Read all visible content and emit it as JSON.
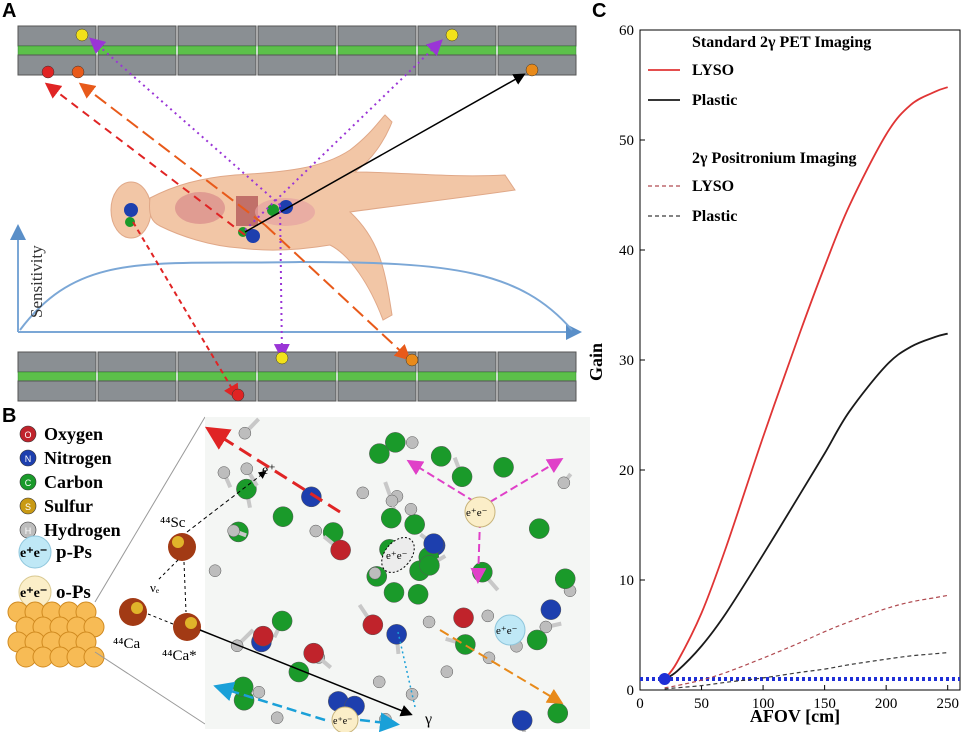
{
  "panels": {
    "a": "A",
    "b": "B",
    "c": "C"
  },
  "panel_a": {
    "sensitivity_label": "Sensitivity"
  },
  "panel_b": {
    "legend": [
      {
        "label": "Oxygen",
        "symbol": "O",
        "color": "#c0232b"
      },
      {
        "label": "Nitrogen",
        "symbol": "N",
        "color": "#1d3fae"
      },
      {
        "label": "Carbon",
        "symbol": "C",
        "color": "#1a9a2a"
      },
      {
        "label": "Sulfur",
        "symbol": "S",
        "color": "#c99a14"
      },
      {
        "label": "Hydrogen",
        "symbol": "H",
        "color": "#bdbdbd"
      }
    ],
    "pps_label": "p-Ps",
    "ops_label": "o-Ps",
    "pair_label": "e⁺e⁻",
    "sc_label": "⁴⁴Sc",
    "ca_label": "⁴⁴Ca",
    "ca_star_label": "⁴⁴Ca*",
    "nu_label": "νₑ",
    "eplus_label": "e⁺",
    "gamma_label": "γ"
  },
  "chart_data": {
    "type": "line",
    "xlabel": "AFOV [cm]",
    "ylabel": "Gain",
    "xlim": [
      0,
      260
    ],
    "ylim": [
      0,
      60
    ],
    "xticks": [
      0,
      50,
      100,
      150,
      200,
      250
    ],
    "yticks": [
      0,
      10,
      20,
      30,
      40,
      50,
      60
    ],
    "legend_position": "top-right",
    "legend_headers": [
      "Standard 2γ PET Imaging",
      "2γ Positronium Imaging"
    ],
    "x": [
      20,
      30,
      50,
      70,
      100,
      130,
      150,
      170,
      200,
      220,
      240,
      250
    ],
    "series": [
      {
        "name": "LYSO",
        "group": "Standard 2γ PET Imaging",
        "color": "#e03535",
        "dash": "solid",
        "values": [
          1.0,
          2.5,
          7.0,
          13.0,
          23.0,
          32.5,
          38.5,
          44.0,
          50.5,
          53.2,
          54.4,
          54.8
        ]
      },
      {
        "name": "Plastic",
        "group": "Standard 2γ PET Imaging",
        "color": "#1a1a1a",
        "dash": "solid",
        "values": [
          1.0,
          1.7,
          4.0,
          7.0,
          12.3,
          17.8,
          21.5,
          25.3,
          29.5,
          31.2,
          32.1,
          32.4
        ]
      },
      {
        "name": "LYSO",
        "group": "2γ Positronium Imaging",
        "color": "#b04a50",
        "dash": "dashed",
        "values": [
          0.2,
          0.4,
          0.9,
          1.6,
          2.9,
          4.3,
          5.3,
          6.2,
          7.4,
          8.0,
          8.4,
          8.6
        ]
      },
      {
        "name": "Plastic",
        "group": "2γ Positronium Imaging",
        "color": "#3a3a3a",
        "dash": "dashed",
        "values": [
          0.1,
          0.2,
          0.4,
          0.7,
          1.1,
          1.6,
          1.9,
          2.3,
          2.8,
          3.1,
          3.3,
          3.4
        ]
      }
    ],
    "reference_line": {
      "y": 1.0,
      "color": "#1f2fd6",
      "style": "dotted"
    },
    "marker": {
      "x": 20,
      "y": 1.0,
      "color": "#1f2fd6"
    }
  }
}
